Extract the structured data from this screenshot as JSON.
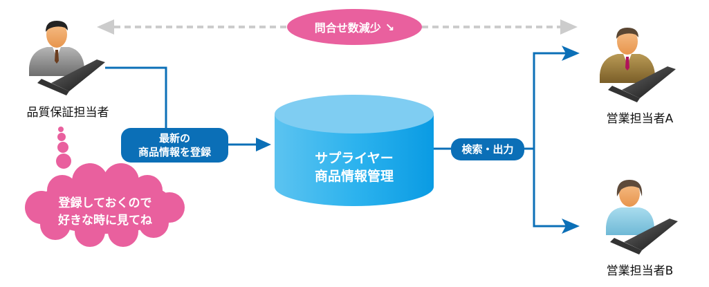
{
  "colors": {
    "flow_blue": "#0b6fb7",
    "accent_pink": "#e9609e",
    "dashed_gray": "#cccccc",
    "database_light": "#7fcdf2",
    "database_dark": "#0ea3e6"
  },
  "feedback": {
    "label": "問合せ数減少",
    "icon": "trend-down-arrow-icon"
  },
  "actors": {
    "quality": {
      "label": "品質保証担当者",
      "icon": "man-with-laptop-icon"
    },
    "sales_a": {
      "label": "営業担当者A",
      "icon": "man-with-laptop-icon"
    },
    "sales_b": {
      "label": "営業担当者B",
      "icon": "woman-with-laptop-icon"
    }
  },
  "steps": {
    "register": {
      "line1": "最新の",
      "line2": "商品情報を登録"
    },
    "search": {
      "label": "検索・出力"
    }
  },
  "database": {
    "line1": "サプライヤー",
    "line2": "商品情報管理"
  },
  "thought_cloud": {
    "line1": "登録しておくので",
    "line2": "好きな時に見てね"
  }
}
